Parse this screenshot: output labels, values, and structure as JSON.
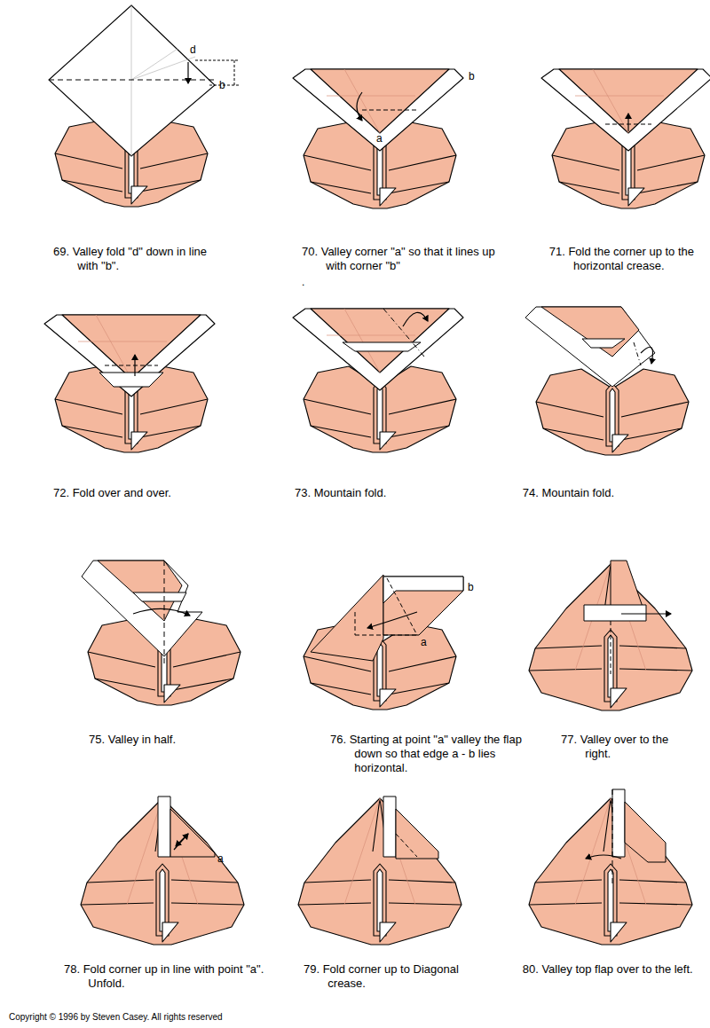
{
  "diagram": {
    "labels": [
      "69. Valley fold \"d\" down in line with \"b\".",
      "d",
      "b",
      "70. Valley corner \"a\" so that it lines up with corner \"b\"",
      ".",
      "b",
      "a",
      "71. Fold the corner up to the horizontal crease.",
      "72. Fold over and over.",
      "73. Mountain fold.",
      "74. Mountain fold.",
      "75. Valley in half.",
      "76. Starting at point \"a\" valley the flap down so that edge a - b lies horizontal.",
      "b",
      "a",
      "77. Valley over to the right.",
      "78. Fold corner up in line with point \"a\". Unfold.",
      "a",
      "79. Fold corner up to Diagonal crease.",
      "80. Valley top flap over to the left.",
      "Copyright © 1996 by Steven Casey. All rights reserved"
    ]
  }
}
